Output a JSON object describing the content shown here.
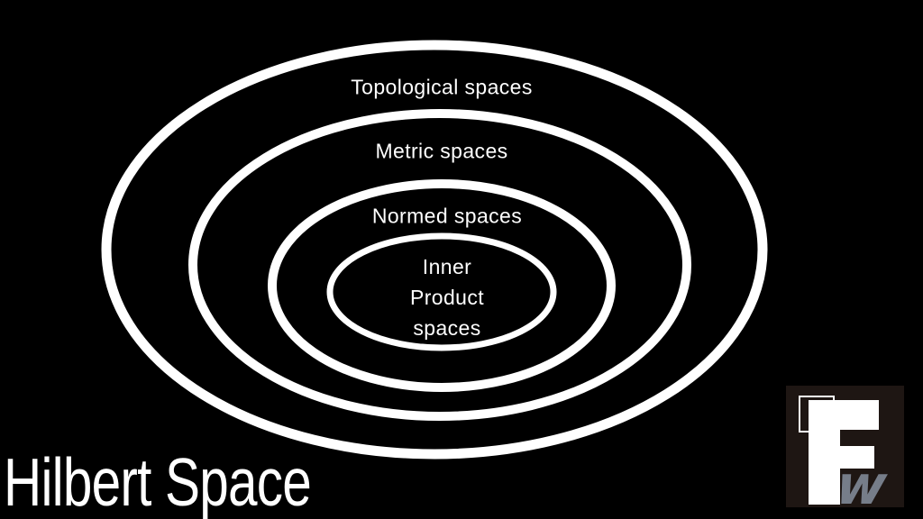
{
  "canvas": {
    "background": "#000000"
  },
  "diagram": {
    "type": "nested-sets-euler",
    "stroke_color": "#ffffff",
    "label_color": "#ffffff",
    "sets": [
      {
        "label": "Topological spaces"
      },
      {
        "label": "Metric spaces"
      },
      {
        "label": "Normed spaces"
      },
      {
        "label": "Inner Product spaces",
        "lines": [
          "Inner",
          "Product",
          "spaces"
        ]
      }
    ]
  },
  "title": {
    "text": "Hilbert Space",
    "color": "#ffffff"
  },
  "logo": {
    "letter": "F",
    "watermark_letter": "w",
    "background": "#1e1613",
    "letter_color": "#ffffff",
    "watermark_color": "#767d89",
    "frame_color": "#ffffff"
  }
}
